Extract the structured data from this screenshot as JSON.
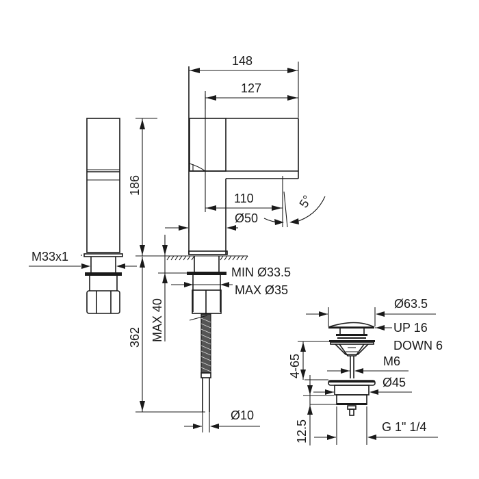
{
  "drawing": {
    "type": "technical-drawing",
    "subject": "single-lever basin mixer with pop-up waste",
    "line_color": "#1a1a1a",
    "background": "#ffffff"
  },
  "dimensions": {
    "spout_reach_overall": "148",
    "spout_reach_inner": "127",
    "body_height": "186",
    "spout_projection": "110",
    "body_diameter": "Ø50",
    "spout_angle": "5°",
    "thread": "M33x1",
    "hole_min": "MIN Ø33.5",
    "hole_max": "MAX Ø35",
    "deck_thickness": "MAX 40",
    "hose_length": "362",
    "hose_diameter": "Ø10"
  },
  "waste": {
    "cap_diameter": "Ø63.5",
    "stroke_up": "UP 16",
    "stroke_down": "DOWN 6",
    "rod_thread": "M6",
    "flange_diameter": "Ø45",
    "adjust_range": "4-65",
    "flange_height": "12.5",
    "connection": "G 1\" 1/4"
  }
}
